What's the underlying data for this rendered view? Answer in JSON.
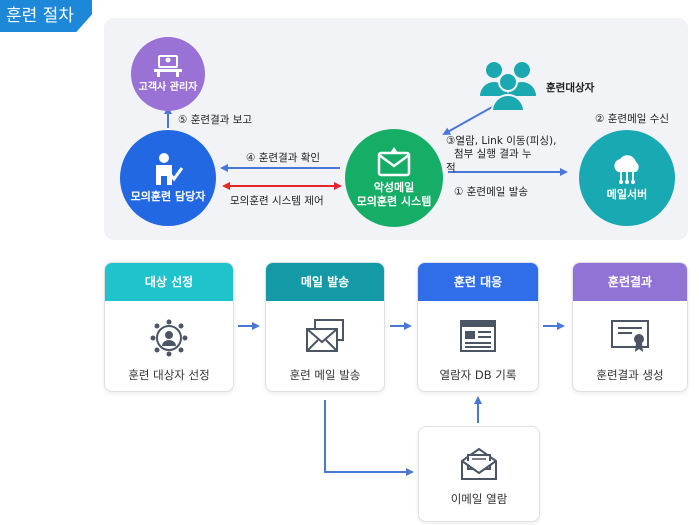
{
  "title": "훈련 절차",
  "top": {
    "admin": "고객사 관리자",
    "manager": "모의훈련 담당자",
    "malicious_line1": "악성메일",
    "malicious_line2": "모의훈련 시스템",
    "mailserver": "메일서버",
    "target": "훈련대상자",
    "step5": "⑤ 훈련결과 보고",
    "step4": "④ 훈련결과 확인",
    "control": "모의훈련 시스템 제어",
    "step3_line1": "③열람, Link 이동(피싱),",
    "step3_line2": "첨부 실행 결과 누",
    "step3_line3": "적",
    "step1": "① 훈련메일 발송",
    "step2": "② 훈련메일 수신"
  },
  "cards": [
    {
      "header": "대상 선정",
      "text": "훈련 대상자 선정",
      "color": "#1fc3cb",
      "icon": "people-network-icon"
    },
    {
      "header": "메일 발송",
      "text": "훈련 메일 발송",
      "color": "#149aa6",
      "icon": "envelopes-icon"
    },
    {
      "header": "훈련 대응",
      "text": "열람자 DB 기록",
      "color": "#2f6ee8",
      "icon": "browser-window-icon"
    },
    {
      "header": "훈련결과",
      "text": "훈련결과 생성",
      "color": "#9173d6",
      "icon": "certificate-icon"
    }
  ],
  "open_card": {
    "text": "이메일 열람",
    "icon": "open-envelope-icon"
  },
  "colors": {
    "tag": "#1e88d8",
    "admin": "#9a72d6",
    "manager": "#2268e3",
    "malicious": "#16ad66",
    "mailserver": "#19a9b3",
    "target": "#1aa9b0",
    "arrow_blue": "#4a78d9",
    "arrow_red": "#e5262b"
  }
}
